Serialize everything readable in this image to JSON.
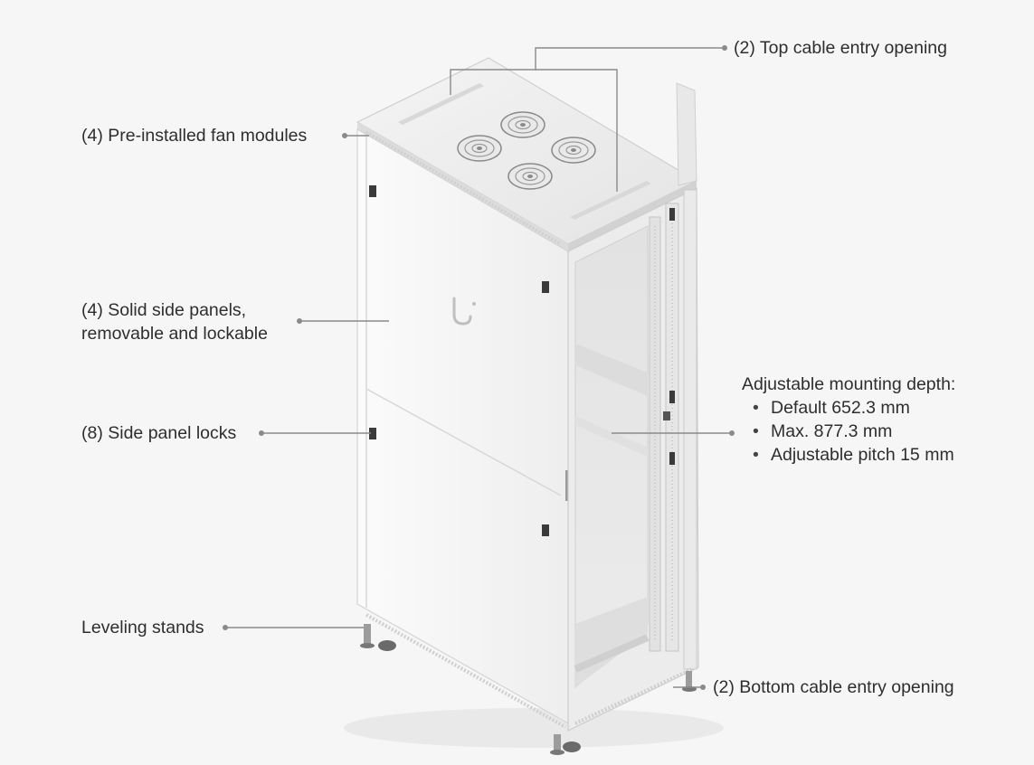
{
  "callouts": {
    "top_cable": "(2) Top cable entry opening",
    "fan_modules": "(4) Pre-installed fan modules",
    "side_panels_line1": "(4) Solid side panels,",
    "side_panels_line2": "removable and lockable",
    "side_panel_locks": "(8) Side panel locks",
    "leveling_stands": "Leveling stands",
    "bottom_cable": "(2) Bottom cable entry opening",
    "mounting_depth": {
      "heading": "Adjustable mounting depth:",
      "bullet_glyph": "•",
      "items": [
        "Default 652.3 mm",
        "Max. 877.3 mm",
        "Adjustable pitch 15 mm"
      ]
    }
  },
  "colors": {
    "background": "#f6f6f6",
    "cabinet_body": "#f1f1f1",
    "cabinet_edge": "#d6d6d6",
    "leader_line": "#8a8a8a",
    "text": "#2e2e2e"
  }
}
